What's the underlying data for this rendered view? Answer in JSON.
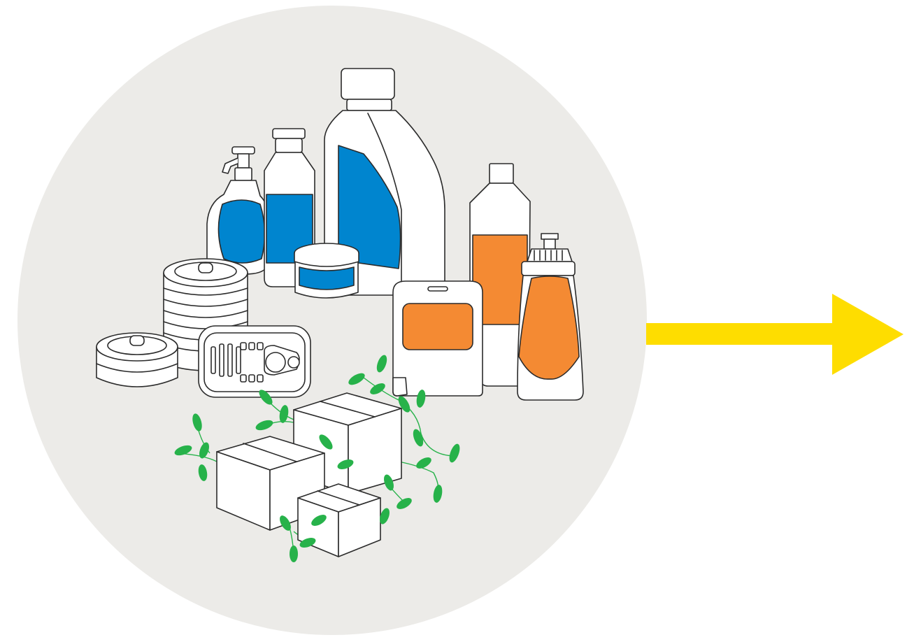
{
  "colors": {
    "background": "#ffffff",
    "circle": "#ecebe8",
    "outline": "#2b2b2b",
    "fill": "#ffffff",
    "blue_label": "#0085cf",
    "orange_label": "#f48a33",
    "leaf_green": "#27b24a",
    "arrow_yellow": "#fedd00"
  },
  "illustration": {
    "theme": "packaging",
    "items": [
      "pump-bottle",
      "tall-bottle",
      "jug",
      "cream-jar",
      "stacked-cans",
      "short-can",
      "blister-pack",
      "hang-tab-pack",
      "squeeze-bottle",
      "sports-bottle",
      "cardboard-boxes",
      "vines"
    ]
  },
  "arrow": {
    "direction": "right"
  }
}
